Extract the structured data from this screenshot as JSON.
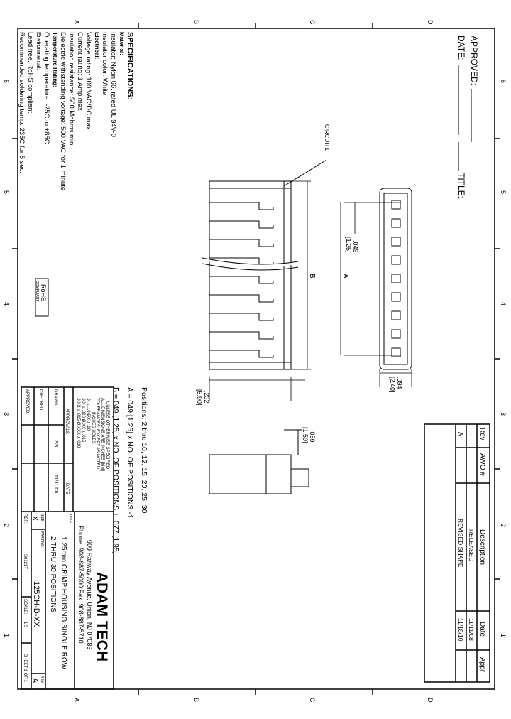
{
  "zones": {
    "letters": [
      "D",
      "C",
      "B",
      "A"
    ],
    "numbers": [
      "6",
      "5",
      "4",
      "3",
      "2",
      "1"
    ]
  },
  "header": {
    "approved": "APPROVED:",
    "date": "DATE:",
    "title": "TITLE:"
  },
  "specs": {
    "heading": "SPECIFICATIONS:",
    "lines": [
      "Material:",
      "Insulator: Nylon 66, rated UL 94V-0",
      "Insulator color: White",
      "Electrical:",
      "Voltage rating: 100 VAC/DC max",
      "Current rating: 1 Amp max",
      "Insulation resistance: 500 Mohms min",
      "Dielectric withstanding voltage: 500 VAC for 1 minute",
      "Temperature Rating:",
      "Operating temperature: -25C to +85C",
      "Environmental:",
      "Lead free, RoHS compliant.",
      "Recommended soldering temp: 235C for 5 sec."
    ]
  },
  "rohs": {
    "line1": "RoHS",
    "line2": "COMPLIANT"
  },
  "drawing": {
    "circuit_label": "CIRCUIT1",
    "dim_B": "B",
    "dim_A": "A",
    "pitch": ".049",
    "pitch_mm": "[1.25]",
    "width": ".232",
    "width_mm": "[5.90]",
    "end_width": ".094",
    "end_width_mm": "[2.40]",
    "small": ".059",
    "small_mm": "[1.50]"
  },
  "positions": {
    "line1": "Positions: 2 thru 10, 12, 15, 20, 25, 30",
    "line2": "A =.049 [1.25] x NO. OF POSITIONS -1",
    "line3": "B =.049 [1.25] x NO. OF POSITIONS + .077 [1.95]"
  },
  "revisions": {
    "headers": [
      "Rev",
      "AWO #",
      "Description",
      "Date",
      "Appr"
    ],
    "rows": [
      [
        "-",
        "",
        "RELEASED",
        "11/11/08",
        ""
      ],
      [
        "A",
        "",
        "REVISED SHAPE",
        "11/18/10",
        ""
      ]
    ]
  },
  "title_block": {
    "tolerances": [
      "UNLESS OTHERWISE SPECIFIED",
      "ALL DIMENSIONS ARE INCHES [MM]",
      "TOLERANCES: EXCEPT AS NOTED",
      "INCHES        HOLES",
      ".X   ± .10     ØX    ± .10",
      ".XX  ± .020   Ø.XX  ± .015",
      ".XXX ± .015  Ø.XXX ± .010"
    ],
    "approvals": "APPROVALS",
    "date_header": "DATE",
    "drawn_label": "DRAWN",
    "drawn_by": "SS",
    "drawn_date": "11/11/08",
    "checked_label": "CHECKED",
    "approved_label": "APPROVED",
    "company": "ADAM TECH",
    "address": "909 Rahway Avenue, Union, NJ 07083",
    "phone": "Phone: 908-687-5000 Fax: 908-687-5710",
    "title_label": "TITLE",
    "title1": "1.25mm CRIMP HOUSING SINGLE ROW",
    "title2": "2 THRU 30 POSITIONS",
    "size_label": "SIZE",
    "size": "X",
    "part_label": "PART NO.",
    "part_no": "125CH-D-XX",
    "rev_label": "REV.",
    "rev": "A",
    "ref_label": "REF:",
    "ref": "S0121T",
    "scale_label": "SCALE:",
    "scale": "1:5",
    "sheet": "SHEET 1 OF 1"
  }
}
